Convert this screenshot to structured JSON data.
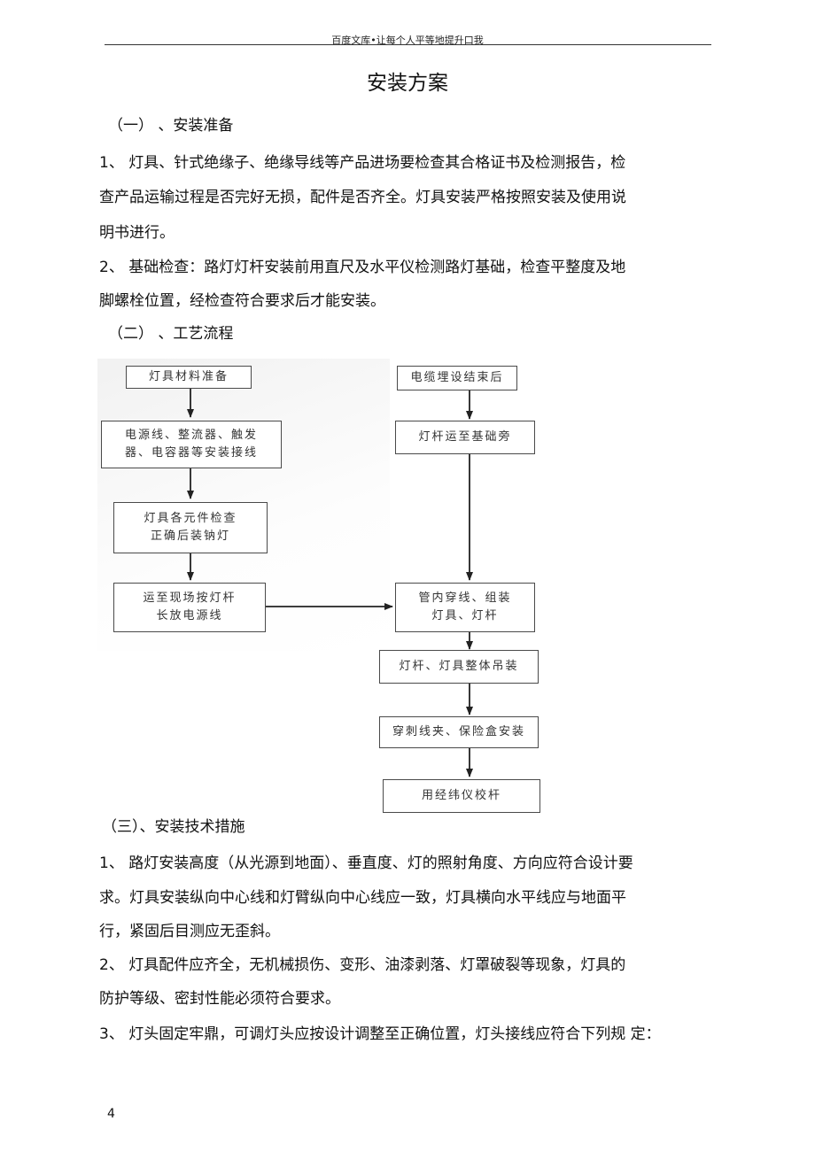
{
  "header": {
    "text": "百度文库•让每个人平等地提升口我"
  },
  "title": "安装方案",
  "section1": {
    "heading": "（一）   、安装准备",
    "lines": [
      "1、 灯具、针式绝缘子、绝缘导线等产品进场要检查其合格证书及检测报告，检",
      "查产品运输过程是否完好无损，配件是否齐全。灯具安装严格按照安装及使用说",
      "明书进行。",
      "2、 基础检查：路灯灯杆安装前用直尺及水平仪检测路灯基础，检查平整度及地",
      "脚螺栓位置，经检查符合要求后才能安装。"
    ]
  },
  "section2": {
    "heading": "（二）   、工艺流程",
    "flow": {
      "left_1": "灯具材料准备",
      "left_2_line1": "电源线、整流器、触发",
      "left_2_line2": "器、电容器等安装接线",
      "left_3_line1": "灯具各元件检查",
      "left_3_line2": "正确后装钠灯",
      "left_4_line1": "运至现场按灯杆",
      "left_4_line2": "长放电源线",
      "right_1": "电缆埋设结束后",
      "right_2": "灯杆运至基础旁",
      "right_3_line1": "管内穿线、组装",
      "right_3_line2": "灯具、灯杆",
      "right_4": "灯杆、灯具整体吊装",
      "right_5": "穿刺线夹、保险盒安装",
      "right_6": "用经纬仪校杆"
    }
  },
  "section3": {
    "heading": "（三）、安装技术措施",
    "lines": [
      "1、 路灯安装高度（从光源到地面）、垂直度、灯的照射角度、方向应符合设计要",
      "求。灯具安装纵向中心线和灯臂纵向中心线应一致，灯具横向水平线应与地面平",
      "行，紧固后目测应无歪斜。",
      "2、 灯具配件应齐全，无机械损伤、变形、油漆剥落、灯罩破裂等现象，灯具的",
      "防护等级、密封性能必须符合要求。",
      "3、 灯头固定牢鼎，可调灯头应按设计调整至正确位置，灯头接线应符合下列规   定："
    ]
  },
  "page_number": "4"
}
